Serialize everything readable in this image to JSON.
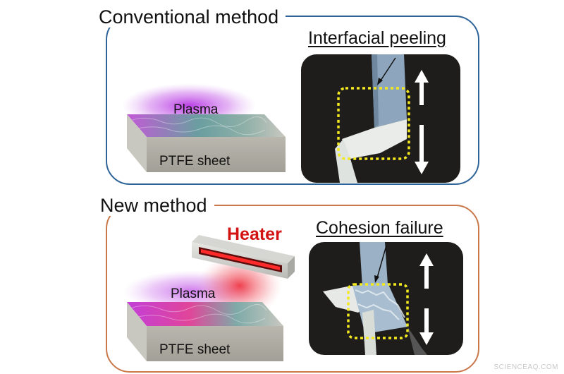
{
  "top": {
    "heading": "Conventional method",
    "photo_title": "Interfacial peeling",
    "plasma_label": "Plasma",
    "sheet_label": "PTFE sheet"
  },
  "bottom": {
    "heading": "New method",
    "photo_title": "Cohesion failure",
    "heater_label": "Heater",
    "plasma_label": "Plasma",
    "sheet_label": "PTFE sheet"
  },
  "watermark": "SCIENCEAQ.COM",
  "colors": {
    "conventional_border": "#2f6499",
    "new_border": "#c9784a",
    "heater_text": "#d31212",
    "highlight_box": "#f2ea1f"
  }
}
